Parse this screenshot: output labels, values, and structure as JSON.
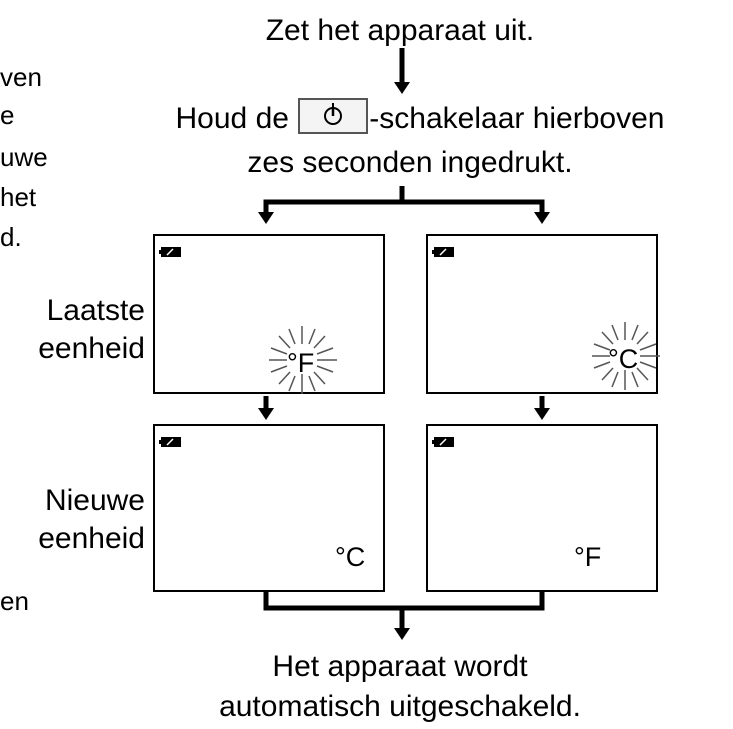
{
  "left_clipped_text": [
    "ven",
    "e",
    "uwe",
    "het",
    "d.",
    "en"
  ],
  "steps": {
    "turn_off": "Zet het apparaat uit.",
    "hold_prefix": "Houd de",
    "hold_suffix": "-schakelaar hierboven",
    "hold_line2": "zes seconden ingedrukt.",
    "result_line1": "Het apparaat wordt",
    "result_line2": "automatisch uitgeschakeld."
  },
  "row_labels": {
    "last_line1": "Laatste",
    "last_line2": "eenheid",
    "new_line1": "Nieuwe",
    "new_line2": "eenheid"
  },
  "displays": {
    "top_left_unit": "°F",
    "top_right_unit": "°C",
    "bottom_left_unit": "°C",
    "bottom_right_unit": "°F"
  },
  "icons": [
    "power-icon",
    "battery-icon",
    "arrow-down-icon",
    "flash-burst-icon"
  ]
}
